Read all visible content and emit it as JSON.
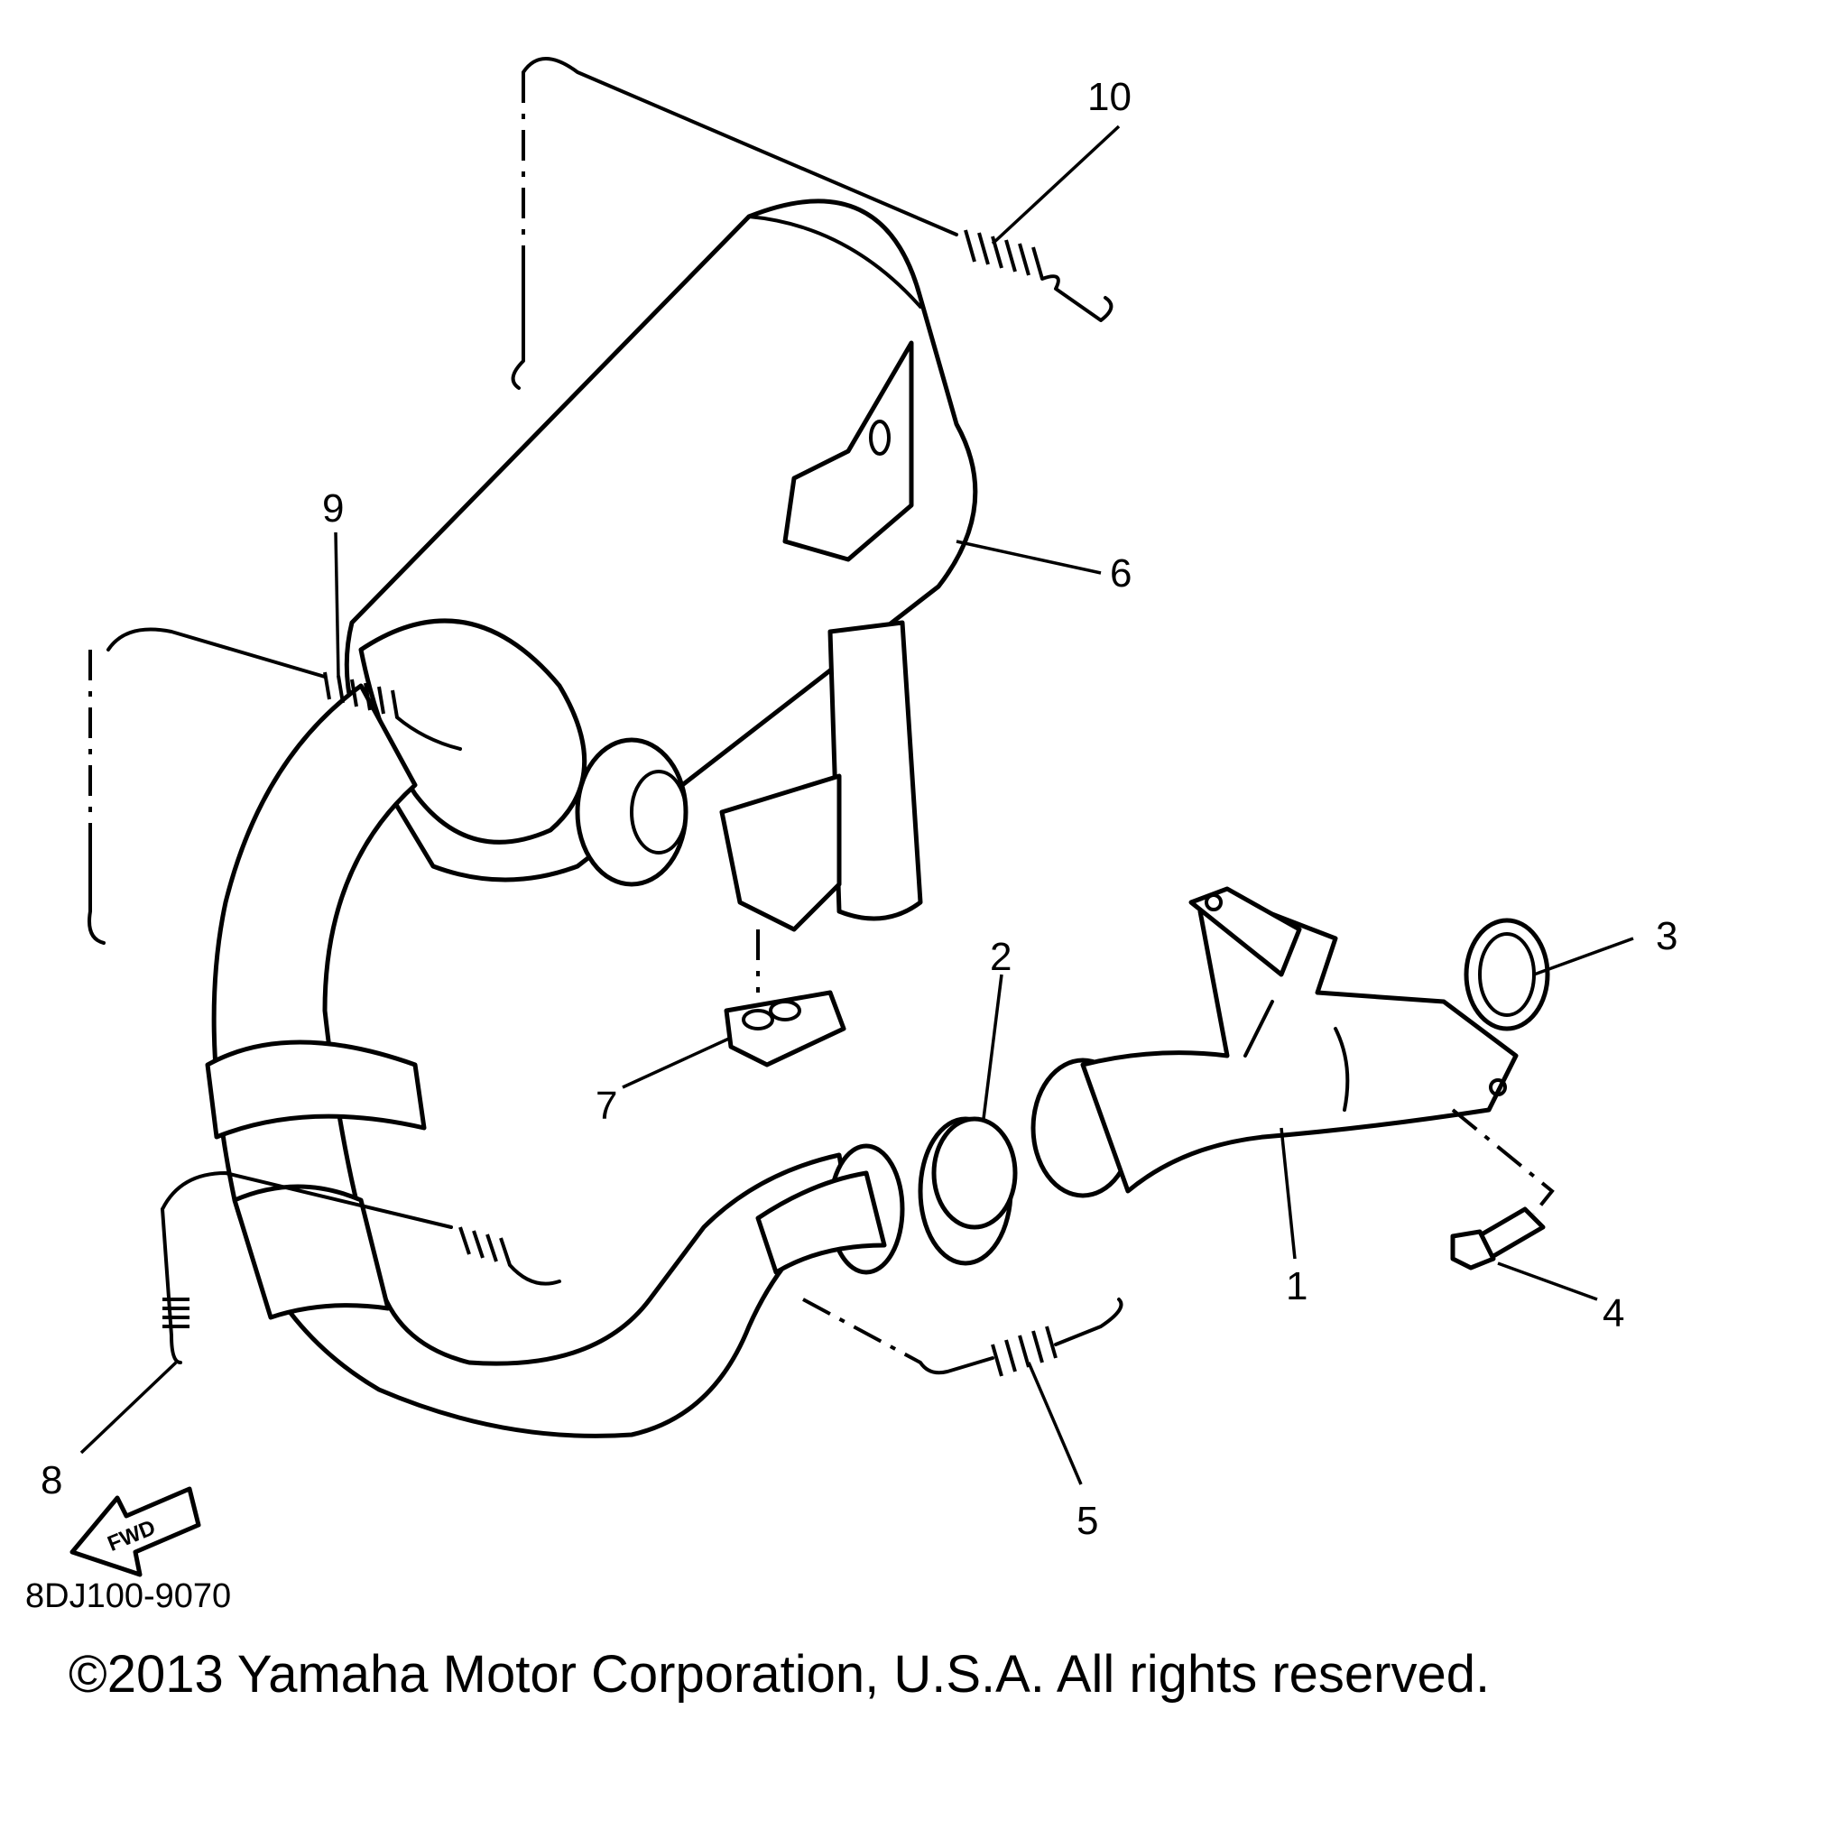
{
  "diagram": {
    "callouts": [
      "1",
      "2",
      "3",
      "4",
      "5",
      "6",
      "7",
      "8",
      "9",
      "10"
    ],
    "direction_label": "FWD",
    "diagram_code": "8DJ100-9070",
    "copyright": "©2013 Yamaha Motor Corporation, U.S.A. All rights reserved."
  }
}
